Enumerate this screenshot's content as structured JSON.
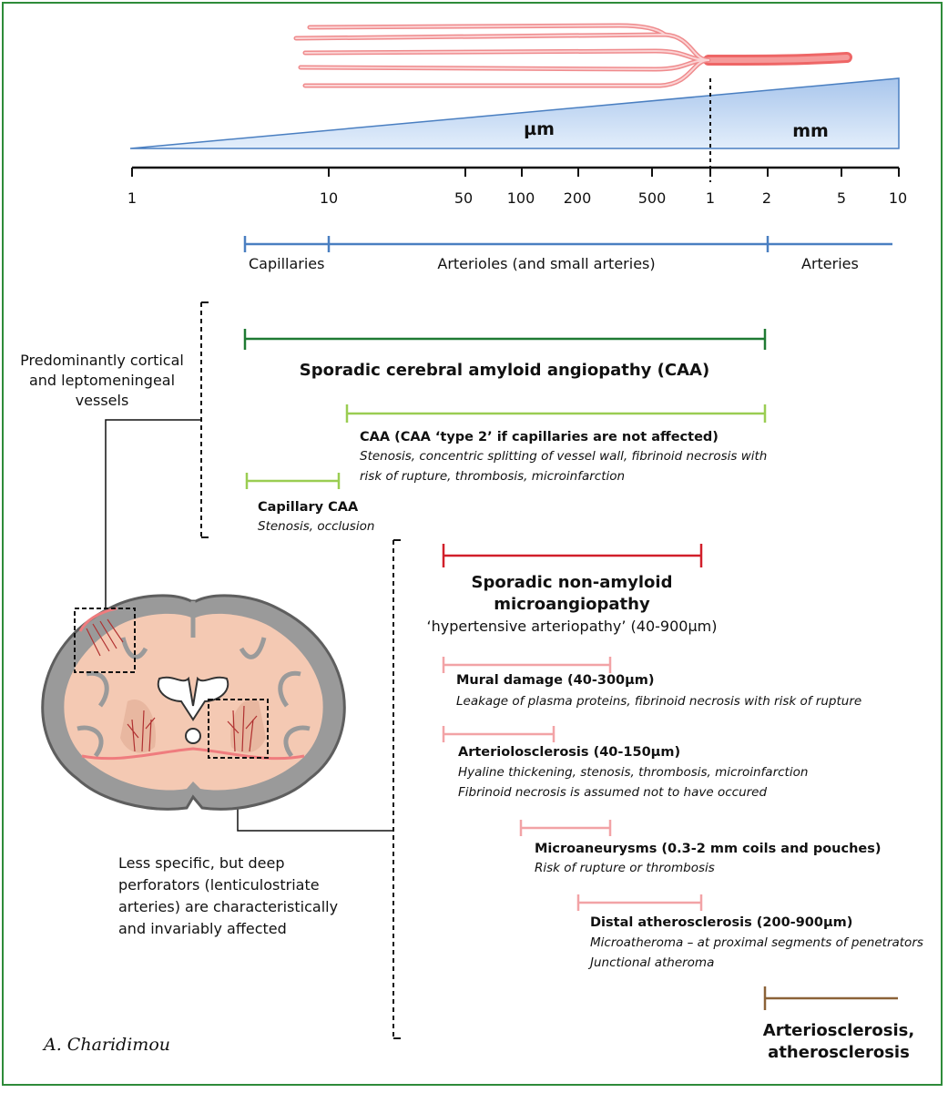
{
  "scale": {
    "unit_um": "µm",
    "unit_mm": "mm",
    "ticks": [
      "1",
      "10",
      "50",
      "100",
      "200",
      "500",
      "1",
      "2",
      "5",
      "10"
    ]
  },
  "vessel_types": {
    "capillaries": "Capillaries",
    "arterioles": "Arterioles (and small arteries)",
    "arteries": "Arteries"
  },
  "side_notes": {
    "cortical_lines": [
      "Predominantly cortical",
      "and leptomeningeal",
      "vessels"
    ],
    "deep_lines": [
      "Less specific, but deep",
      "perforators (lenticulostriate",
      "arteries) are characteristically",
      "and invariably affected"
    ]
  },
  "caa": {
    "title": "Sporadic cerebral amyloid angiopathy (CAA)",
    "type2": {
      "title": "CAA (CAA ‘type 2’ if capillaries are not affected)",
      "desc_lines": [
        "Stenosis, concentric splitting of vessel wall, fibrinoid necrosis with",
        "risk of rupture, thrombosis, microinfarction"
      ]
    },
    "capillary": {
      "title": "Capillary CAA",
      "desc_lines": [
        "Stenosis, occlusion"
      ]
    }
  },
  "non_amyloid": {
    "title_lines": [
      "Sporadic non-amyloid",
      "microangiopathy"
    ],
    "subtitle": "‘hypertensive arteriopathy’ (40-900µm)",
    "items": [
      {
        "title": "Mural damage (40-300µm)",
        "desc_lines": [
          "Leakage of plasma proteins,  fibrinoid necrosis with risk of rupture"
        ]
      },
      {
        "title": "Arteriolosclerosis (40-150µm)",
        "desc_lines": [
          "Hyaline thickening, stenosis, thrombosis, microinfarction",
          "Fibrinoid necrosis is assumed not to have occured"
        ]
      },
      {
        "title": "Microaneurysms (0.3-2 mm coils and pouches)",
        "desc_lines": [
          "Risk of rupture or thrombosis"
        ]
      },
      {
        "title": "Distal atherosclerosis (200-900µm)",
        "desc_lines": [
          "Microatheroma – at proximal segments of penetrators",
          "Junctional atheroma"
        ]
      }
    ]
  },
  "large": {
    "title_lines": [
      "Arteriosclerosis,",
      "atherosclerosis"
    ]
  },
  "signature": "A. Charidimou",
  "colors": {
    "frame": "#2e8b3a",
    "scale_blue": "#4a7fc1",
    "caa_dark_green": "#1f7a33",
    "caa_light_green": "#9acd52",
    "non_amyloid_red": "#d11f2a",
    "non_amyloid_pink": "#f2a3a6",
    "arteriosclerosis_brown": "#8b6238",
    "vessel_pink": "#f08e90"
  }
}
